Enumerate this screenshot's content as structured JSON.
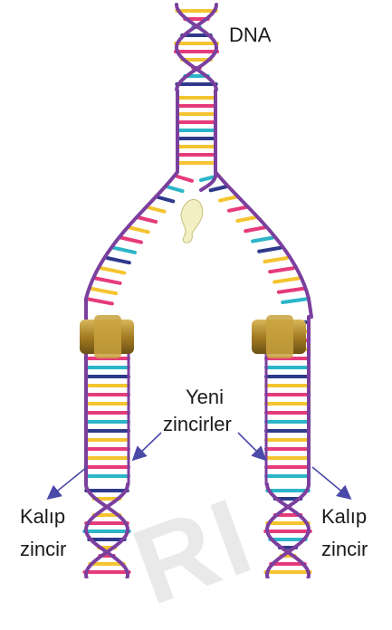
{
  "labels": {
    "dna": "DNA",
    "new_strands_line1": "Yeni",
    "new_strands_line2": "zincirler",
    "template_left_line1": "Kalıp",
    "template_left_line2": "zincir",
    "template_right_line1": "Kalıp",
    "template_right_line2": "zincir"
  },
  "watermark": "RI",
  "colors": {
    "backbone": "#7b3f9e",
    "base_yellow": "#f4c430",
    "base_pink": "#e63b7a",
    "base_cyan": "#2cb5c8",
    "base_navy": "#2e3a8c",
    "enzyme": "#b58a2a",
    "arrow": "#4a4aa8"
  }
}
